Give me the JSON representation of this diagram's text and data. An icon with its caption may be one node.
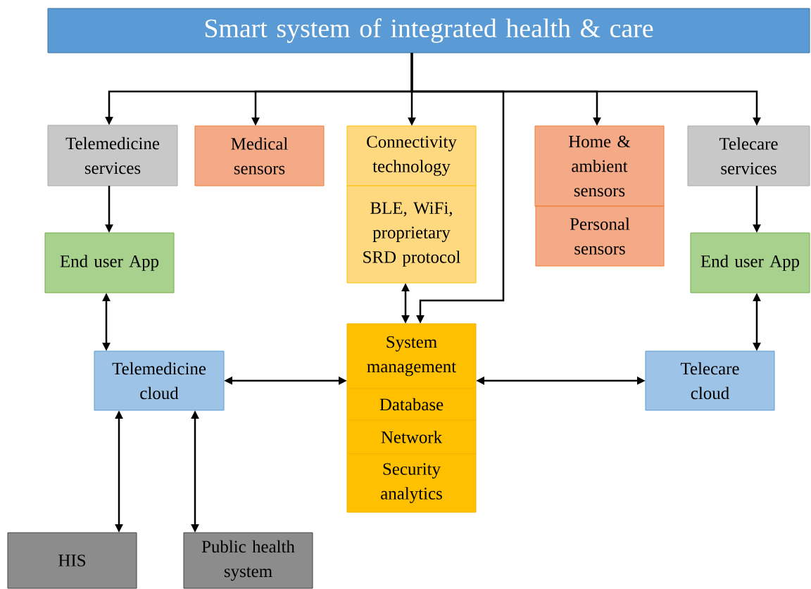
{
  "diagram": {
    "nodes": [
      {
        "text": [
          "Smart system of integrated health & care"
        ]
      },
      {
        "text": [
          "Telemedicine services"
        ]
      },
      {
        "text": [
          "Medical sensors"
        ]
      },
      {
        "text": [
          "Connectivity technology"
        ]
      },
      {
        "text": [
          "BLE, WiFi, proprietary SRD protocol"
        ]
      },
      {
        "text": [
          "Home & ambient sensors"
        ]
      },
      {
        "text": [
          "Personal sensors"
        ]
      },
      {
        "text": [
          "Telecare services"
        ]
      },
      {
        "text": [
          "End user App"
        ]
      },
      {
        "text": [
          "End user App"
        ]
      },
      {
        "text": [
          "System management"
        ]
      },
      {
        "text": [
          "Database"
        ]
      },
      {
        "text": [
          "Network"
        ]
      },
      {
        "text": [
          "Security analytics"
        ]
      },
      {
        "text": [
          "Telemedicine cloud"
        ]
      },
      {
        "text": [
          "Telecare cloud"
        ]
      },
      {
        "text": [
          "HIS"
        ]
      },
      {
        "text": [
          "Public health system"
        ]
      }
    ],
    "edges": [
      {
        "from": 0,
        "to": 1,
        "arrow": "to"
      },
      {
        "from": 0,
        "to": 2,
        "arrow": "to"
      },
      {
        "from": 0,
        "to": 3,
        "arrow": "to"
      },
      {
        "from": 0,
        "to": 5,
        "arrow": "to"
      },
      {
        "from": 0,
        "to": 7,
        "arrow": "to"
      },
      {
        "from": 0,
        "to": 10,
        "arrow": "to"
      },
      {
        "from": 4,
        "to": 10,
        "arrow": "both"
      },
      {
        "from": 1,
        "to": 8,
        "arrow": "to"
      },
      {
        "from": 7,
        "to": 9,
        "arrow": "to"
      },
      {
        "from": 8,
        "to": 14,
        "arrow": "both"
      },
      {
        "from": 9,
        "to": 15,
        "arrow": "both"
      },
      {
        "from": 14,
        "to": 10,
        "arrow": "both"
      },
      {
        "from": 10,
        "to": 15,
        "arrow": "both"
      },
      {
        "from": 14,
        "to": 16,
        "arrow": "both"
      },
      {
        "from": 14,
        "to": 17,
        "arrow": "both"
      }
    ]
  }
}
